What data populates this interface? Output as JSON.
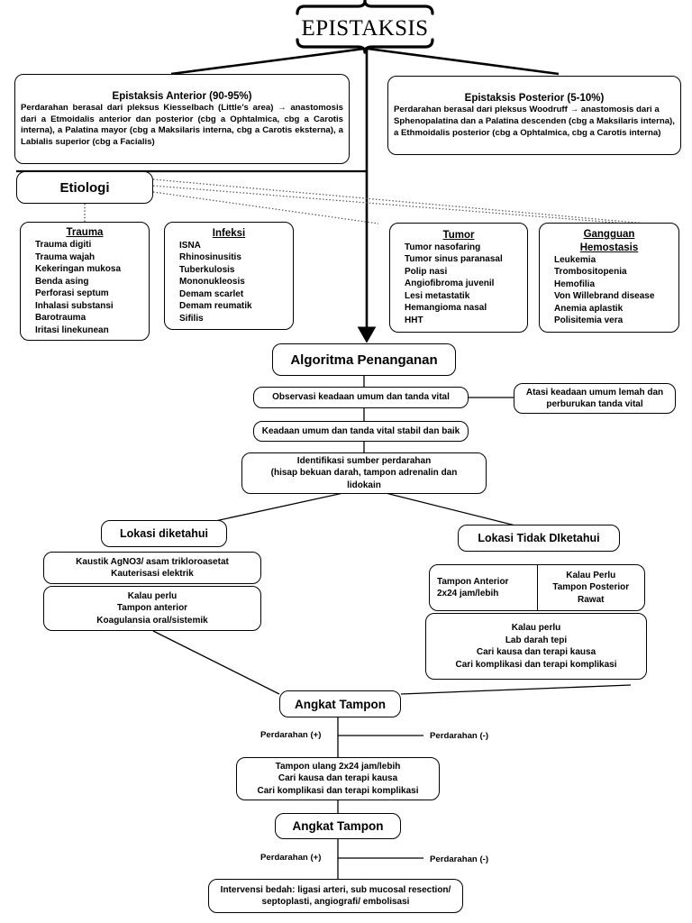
{
  "title": {
    "text": "EPISTAKSIS",
    "brace_top": "top-brace",
    "brace_bottom": "bottom-brace"
  },
  "types": [
    {
      "id": "anterior",
      "heading": "Epistaksis Anterior (90-95%)",
      "body": "Perdarahan berasal dari pleksus Kiesselbach (Little’s area) → anastomosis dari a Etmoidalis anterior dan posterior (cbg a Ophtalmica, cbg a Carotis interna), a Palatina mayor (cbg a Maksilaris interna, cbg a Carotis eksterna), a Labialis superior (cbg a Facialis)"
    },
    {
      "id": "posterior",
      "heading": "Epistaksis Posterior (5-10%)",
      "body": "Perdarahan berasal dari pleksus Woodruff → anastomosis dari a Sphenopalatina dan a Palatina descenden (cbg a Maksilaris interna), a Ethmoidalis posterior (cbg a Ophtalmica, cbg a Carotis interna)"
    }
  ],
  "etiologi": {
    "label": "Etiologi",
    "groups": [
      {
        "id": "trauma",
        "heading": "Trauma",
        "items": [
          "Trauma digiti",
          "Trauma wajah",
          "Kekeringan mukosa",
          "Benda asing",
          "Perforasi septum",
          "Inhalasi substansi",
          "Barotrauma",
          "Iritasi linekunean"
        ]
      },
      {
        "id": "infeksi",
        "heading": "Infeksi",
        "items": [
          "ISNA",
          "Rhinosinusitis",
          "Tuberkulosis",
          "Mononukleosis",
          "Demam scarlet",
          "Demam reumatik",
          "Sifilis"
        ]
      },
      {
        "id": "tumor",
        "heading": "Tumor",
        "items": [
          "Tumor nasofaring",
          "Tumor sinus paranasal",
          "Polip nasi",
          "Angiofibroma juvenil",
          "Lesi metastatik",
          "Hemangioma nasal",
          "HHT"
        ]
      },
      {
        "id": "hemostasis",
        "heading_line1": "Gangguan",
        "heading_line2": "Hemostasis",
        "items": [
          "Leukemia",
          "Trombositopenia",
          "Hemofilia",
          "Von Willebrand disease",
          "Anemia aplastik",
          "Polisitemia vera"
        ]
      }
    ]
  },
  "algorithm": {
    "title": "Algoritma Penanganan",
    "observasi": "Observasi keadaan umum dan tanda vital",
    "atasi": "Atasi keadaan umum lemah dan perburukan tanda vital",
    "stabil": "Keadaan umum dan tanda vital stabil dan baik",
    "identifikasi_l1": "Identifikasi sumber perdarahan",
    "identifikasi_l2": "(hisap bekuan darah, tampon adrenalin dan",
    "identifikasi_l3": "lidokain",
    "lokasi_diketahui": "Lokasi diketahui",
    "lokasi_tidak": "Lokasi Tidak DIketahui",
    "kaustik_l1": "Kaustik AgNO3/ asam trikloroasetat",
    "kaustik_l2": "Kauterisasi elektrik",
    "kalau_perlu_kiri_l1": "Kalau perlu",
    "kalau_perlu_kiri_l2": "Tampon anterior",
    "kalau_perlu_kiri_l3": "Koagulansia oral/sistemik",
    "tampon_anterior_l1": "Tampon Anterior",
    "tampon_anterior_l2": "2x24 jam/lebih",
    "kalau_perlu_kanan_l1": "Kalau Perlu",
    "kalau_perlu_kanan_l2": "Tampon Posterior",
    "kalau_perlu_kanan_l3": "Rawat",
    "lab_l1": "Kalau perlu",
    "lab_l2": "Lab darah tepi",
    "lab_l3": "Cari kausa dan terapi kausa",
    "lab_l4": "Cari komplikasi dan terapi komplikasi",
    "angkat_tampon_1": "Angkat Tampon",
    "perdarahan_pos_1": "Perdarahan (+)",
    "perdarahan_neg_1": "Perdarahan (-)",
    "tampon_ulang_l1": "Tampon ulang 2x24 jam/lebih",
    "tampon_ulang_l2": "Cari kausa dan terapi kausa",
    "tampon_ulang_l3": "Cari komplikasi dan terapi komplikasi",
    "angkat_tampon_2": "Angkat Tampon",
    "perdarahan_pos_2": "Perdarahan (+)",
    "perdarahan_neg_2": "Perdarahan (-)",
    "intervensi_l1": "Intervensi bedah: ligasi arteri, sub mucosal resection/",
    "intervensi_l2": "septoplasti, angiografi/ embolisasi"
  },
  "colors": {
    "stroke": "#000000",
    "background": "#ffffff"
  }
}
